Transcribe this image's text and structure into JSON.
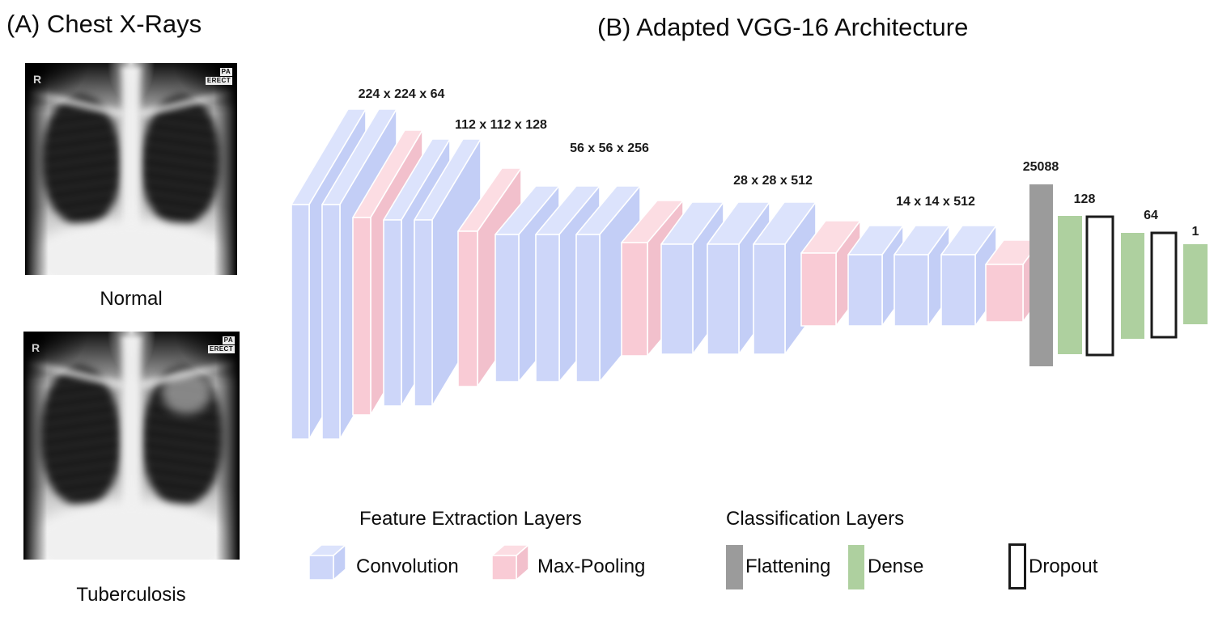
{
  "panel_a": {
    "title": "(A) Chest X-Rays",
    "xrays": [
      {
        "caption": "Normal",
        "side_marker": "R",
        "badge_line1": "PA",
        "badge_line2": "ERECT"
      },
      {
        "caption": "Tuberculosis",
        "side_marker": "R",
        "badge_line1": "PA",
        "badge_line2": "ERECT"
      }
    ]
  },
  "panel_b": {
    "title": "(B) Adapted VGG-16 Architecture",
    "groups": [
      {
        "dims": "224 x 224 x 64",
        "conv_layers": 2,
        "max_pool": true
      },
      {
        "dims": "112 x 112 x 128",
        "conv_layers": 2,
        "max_pool": true
      },
      {
        "dims": "56 x 56 x 256",
        "conv_layers": 3,
        "max_pool": true
      },
      {
        "dims": "28 x 28 x 512",
        "conv_layers": 3,
        "max_pool": true
      },
      {
        "dims": "14 x 14 x 512",
        "conv_layers": 3,
        "max_pool": true
      }
    ],
    "classifier": [
      {
        "type": "flatten",
        "label": "25088"
      },
      {
        "type": "dense",
        "label": "128"
      },
      {
        "type": "dropout",
        "label": ""
      },
      {
        "type": "dense",
        "label": "64"
      },
      {
        "type": "dropout",
        "label": ""
      },
      {
        "type": "dense",
        "label": "1"
      }
    ],
    "colors": {
      "conv_front": "#cdd6f9",
      "conv_top": "#dce3fc",
      "conv_side": "#c3cef6",
      "pool_front": "#f9cbd5",
      "pool_top": "#fcdde3",
      "pool_side": "#f2c0cc",
      "flatten": "#9b9b9b",
      "dense": "#aed09f",
      "dropout_border": "#1a1a1a",
      "edge": "#ffffff"
    }
  },
  "legend": {
    "feature": {
      "title": "Feature Extraction Layers",
      "items": [
        {
          "label": "Convolution",
          "icon": "conv-cube-icon"
        },
        {
          "label": "Max-Pooling",
          "icon": "maxpool-cube-icon"
        }
      ]
    },
    "classification": {
      "title": "Classification Layers",
      "items": [
        {
          "label": "Flattening",
          "icon": "flatten-bar-icon"
        },
        {
          "label": "Dense",
          "icon": "dense-bar-icon"
        },
        {
          "label": "Dropout",
          "icon": "dropout-box-icon"
        }
      ]
    }
  }
}
